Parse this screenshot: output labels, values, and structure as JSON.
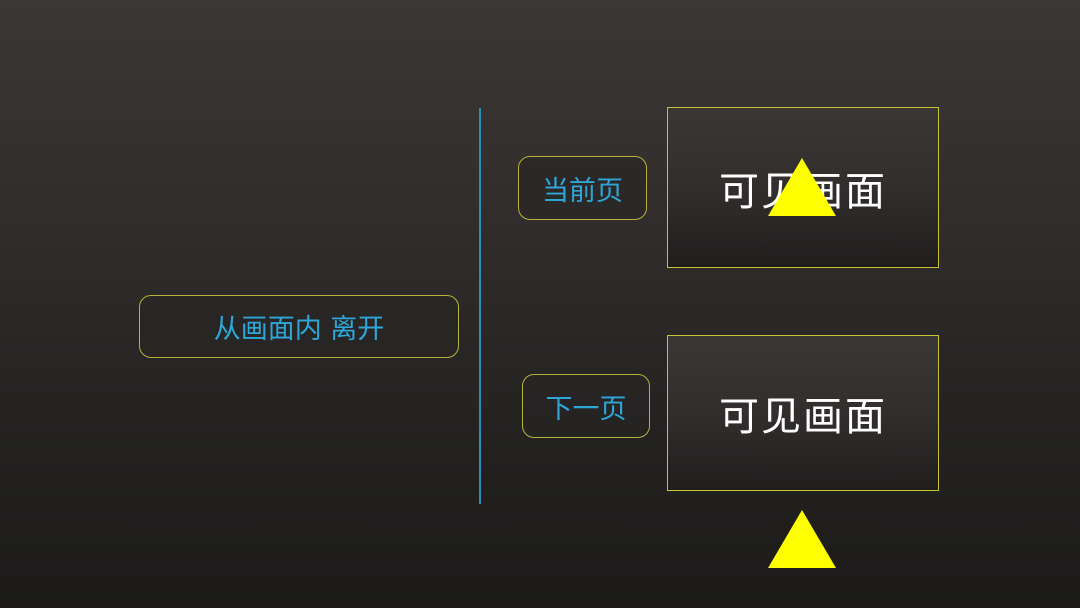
{
  "left_label": "从画面内 离开",
  "rows": [
    {
      "label": "当前页",
      "frame_text": "可见画面"
    },
    {
      "label": "下一页",
      "frame_text": "可见画面"
    }
  ],
  "colors": {
    "label_text": "#2ea7d8",
    "border": "#c9c232",
    "triangle": "#ffff00",
    "divider": "#2a8fb8"
  },
  "markers": [
    {
      "shape": "triangle",
      "color": "#ffff00"
    },
    {
      "shape": "triangle",
      "color": "#ffff00"
    }
  ]
}
